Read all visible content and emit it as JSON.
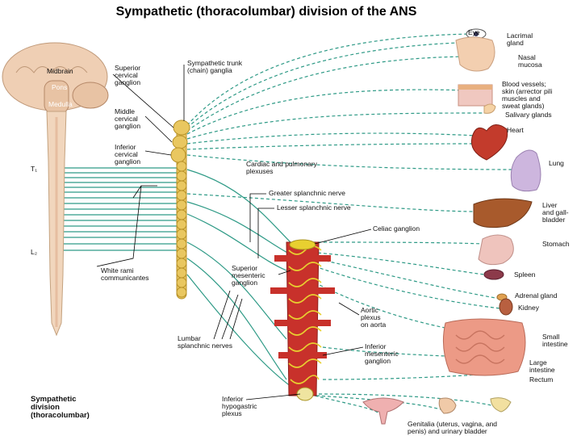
{
  "title": "Sympathetic (thoracolumbar) division of the ANS",
  "labels": {
    "midbrain": "Midbrain",
    "pons": "Pons",
    "medulla": "Medulla",
    "t1": "T₁",
    "l2": "L₂",
    "superior_cervical": "Superior\ncervical\nganglion",
    "middle_cervical": "Middle\ncervical\nganglion",
    "inferior_cervical": "Inferior\ncervical\nganglion",
    "sympathetic_trunk": "Sympathetic trunk\n(chain) ganglia",
    "white_rami": "White rami\ncommunicantes",
    "cardiac_pulmonary": "Cardiac and pulmonary\nplexuses",
    "greater_splanchnic": "Greater splanchnic nerve",
    "lesser_splanchnic": "Lesser splanchnic nerve",
    "celiac": "Celiac ganglion",
    "superior_mesenteric": "Superior\nmesenteric\nganglion",
    "aortic_plexus": "Aortic\nplexus\non aorta",
    "inferior_mesenteric": "Inferior\nmesenteric\nganglion",
    "lumbar_splanchnic": "Lumbar\nsplanchnic nerves",
    "inferior_hypogastric": "Inferior\nhypogastric\nplexus",
    "division": "Sympathetic\ndivision\n(thoracolumbar)",
    "eye": "Eye",
    "lacrimal": "Lacrimal\ngland",
    "nasal": "Nasal\nmucosa",
    "blood_vessels": "Blood vessels;\nskin (arrector pili\nmuscles and\nsweat glands)",
    "salivary": "Salivary glands",
    "heart": "Heart",
    "lung": "Lung",
    "liver": "Liver\nand gall-\nbladder",
    "stomach": "Stomach",
    "spleen": "Spleen",
    "adrenal": "Adrenal gland",
    "kidney": "Kidney",
    "small_intestine": "Small\nintestine",
    "large_intestine": "Large\nintestine",
    "rectum": "Rectum",
    "genitalia": "Genitalia (uterus, vagina, and\npenis) and urinary bladder"
  },
  "colors": {
    "nerve": "#2e9a86",
    "chain": "#e9c760",
    "chain_outline": "#b89228",
    "aorta": "#c8312b",
    "plexus": "#e8d030",
    "cord": "#f1d6bd",
    "brain": "#efcfb4",
    "liver": "#a85a2c",
    "lung": "#cdb6de",
    "stomach": "#efc4bd",
    "intestine": "#ec9a86",
    "heart": "#c33b2c"
  }
}
